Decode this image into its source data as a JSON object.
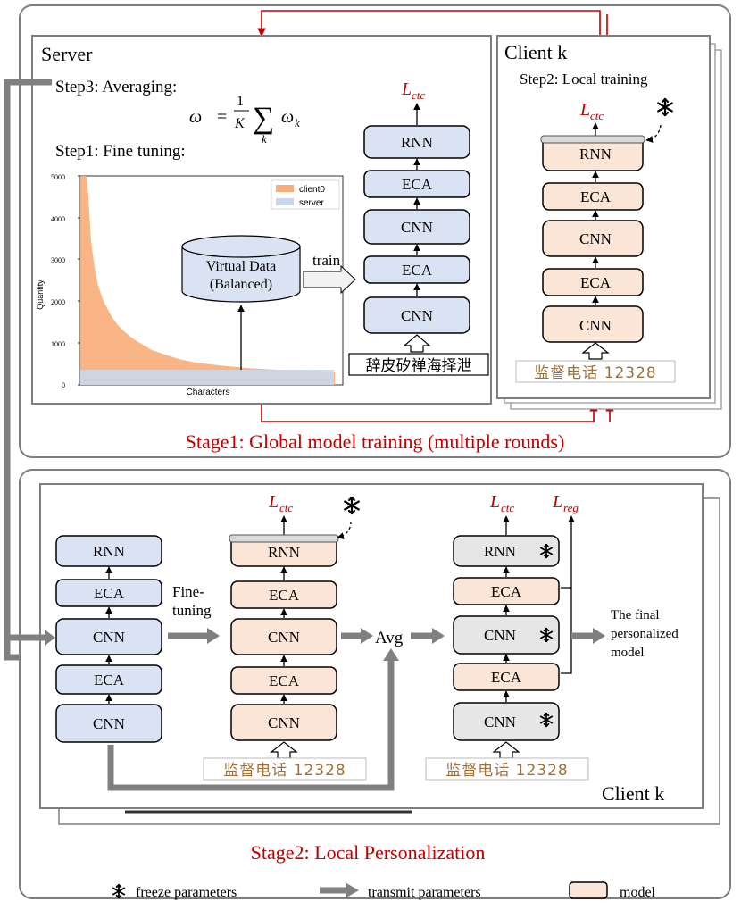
{
  "stage1": {
    "title": "Stage1: Global model training (multiple rounds)",
    "server": {
      "title": "Server",
      "step3": "Step3: Averaging:",
      "formula": {
        "lhs": "ω",
        "eq": "=",
        "num": "1",
        "den": "K",
        "sum": "∑",
        "sub": "k",
        "rhs": "ω",
        "rhs_sub": "k"
      },
      "step1": "Step1: Fine tuning:",
      "chart": {
        "legend": [
          "client0",
          "server"
        ],
        "yticks": [
          "5000",
          "4000",
          "3000",
          "2000",
          "1000",
          "0"
        ],
        "ylabel": "Quantity",
        "xlabel": "Characters"
      },
      "virtual_data": [
        "Virtual Data",
        "(Balanced)"
      ],
      "train": "train",
      "model": {
        "loss": "L",
        "loss_sub": "ctc",
        "layers": [
          "RNN",
          "ECA",
          "CNN",
          "ECA",
          "CNN"
        ]
      },
      "sample_text": "辞皮矽禅海择泄"
    },
    "client": {
      "title": "Client k",
      "step2": "Step2: Local training",
      "model": {
        "loss": "L",
        "loss_sub": "ctc",
        "layers": [
          "RNN",
          "ECA",
          "CNN",
          "ECA",
          "CNN"
        ]
      },
      "sample_text": "监督电话  12328"
    }
  },
  "stage2": {
    "title": "Stage2: Local Personalization",
    "client_label": "Client k",
    "col1": {
      "layers": [
        "RNN",
        "ECA",
        "CNN",
        "ECA",
        "CNN"
      ]
    },
    "finetuning": [
      "Fine-",
      "tuning"
    ],
    "col2": {
      "loss": "L",
      "loss_sub": "ctc",
      "layers": [
        "RNN",
        "ECA",
        "CNN",
        "ECA",
        "CNN"
      ],
      "sample_text": "监督电话  12328"
    },
    "avg": "Avg",
    "col3": {
      "loss": "L",
      "loss_sub": "ctc",
      "reg": "L",
      "reg_sub": "reg",
      "layers": [
        "RNN",
        "ECA",
        "CNN",
        "ECA",
        "CNN"
      ],
      "sample_text": "监督电话  12328"
    },
    "final": [
      "The final",
      "personalized",
      "model"
    ]
  },
  "legend": {
    "freeze": "freeze parameters",
    "transmit": "transmit parameters",
    "model": "model"
  },
  "colors": {
    "blue_fill": "#dae3f3",
    "peach_fill": "#fbe5d6",
    "gray_fill": "#e6e6e6",
    "red": "#c00000",
    "arrow_gray": "#808080",
    "chart_orange": "#f9ad7a",
    "chart_blue": "#c6d9f0"
  }
}
